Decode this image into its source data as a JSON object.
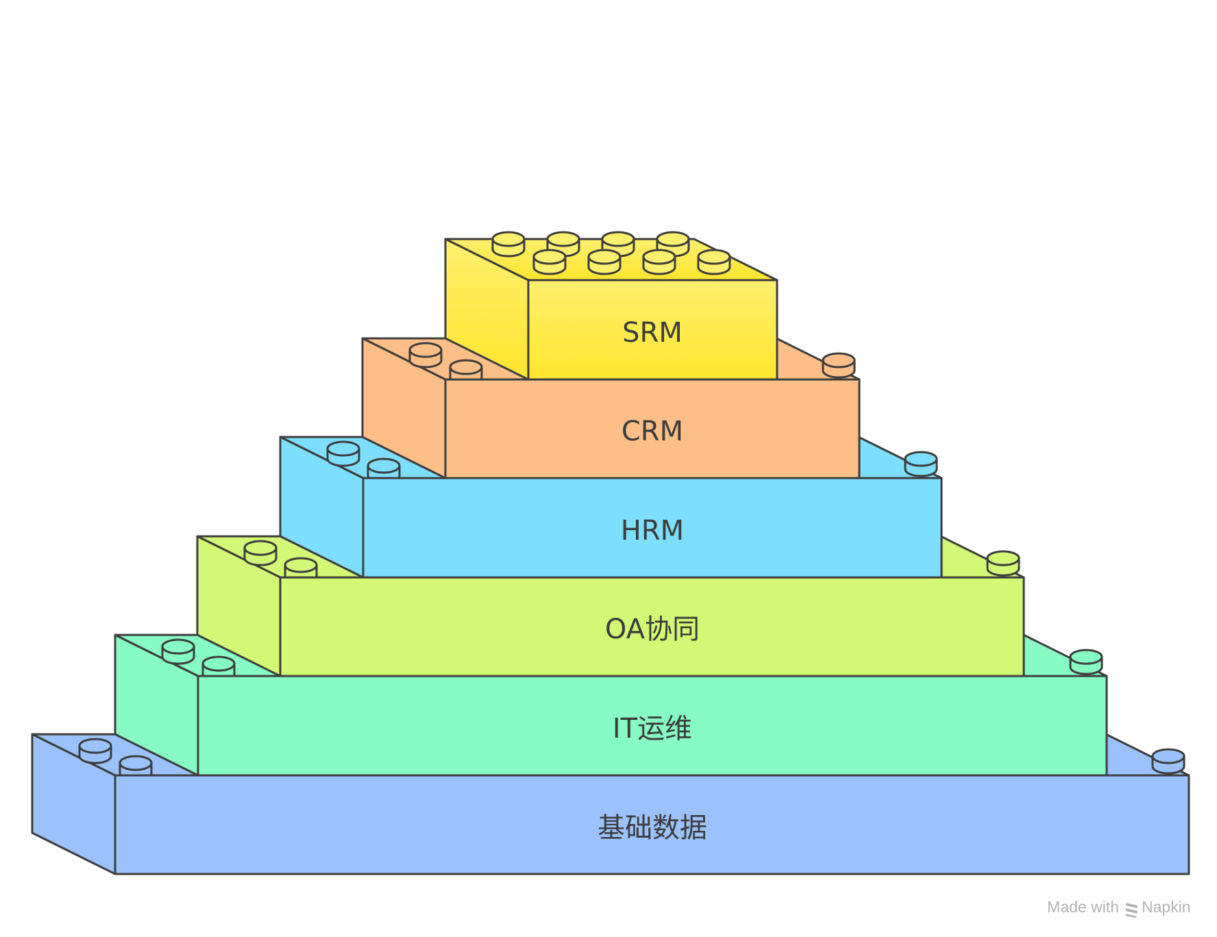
{
  "diagram": {
    "type": "stacked-lego-pyramid",
    "layers": [
      {
        "label": "SRM",
        "color": "#fde94a",
        "color_top": "#ffef6e",
        "color_bottom": "#ffe52e"
      },
      {
        "label": "CRM",
        "color": "#fdbf87"
      },
      {
        "label": "HRM",
        "color": "#7ddffd"
      },
      {
        "label": "OA协同",
        "color": "#d2f875"
      },
      {
        "label": "IT运维",
        "color": "#86fbc3"
      },
      {
        "label": "基础数据",
        "color": "#9bc2fc"
      }
    ],
    "outline_color": "#3d3d3d",
    "label_color": "#3c3c3c"
  },
  "watermark": {
    "made_with": "Made with",
    "brand": "Napkin",
    "icon": "napkin-logo-icon",
    "color": "#b3b3b3"
  }
}
